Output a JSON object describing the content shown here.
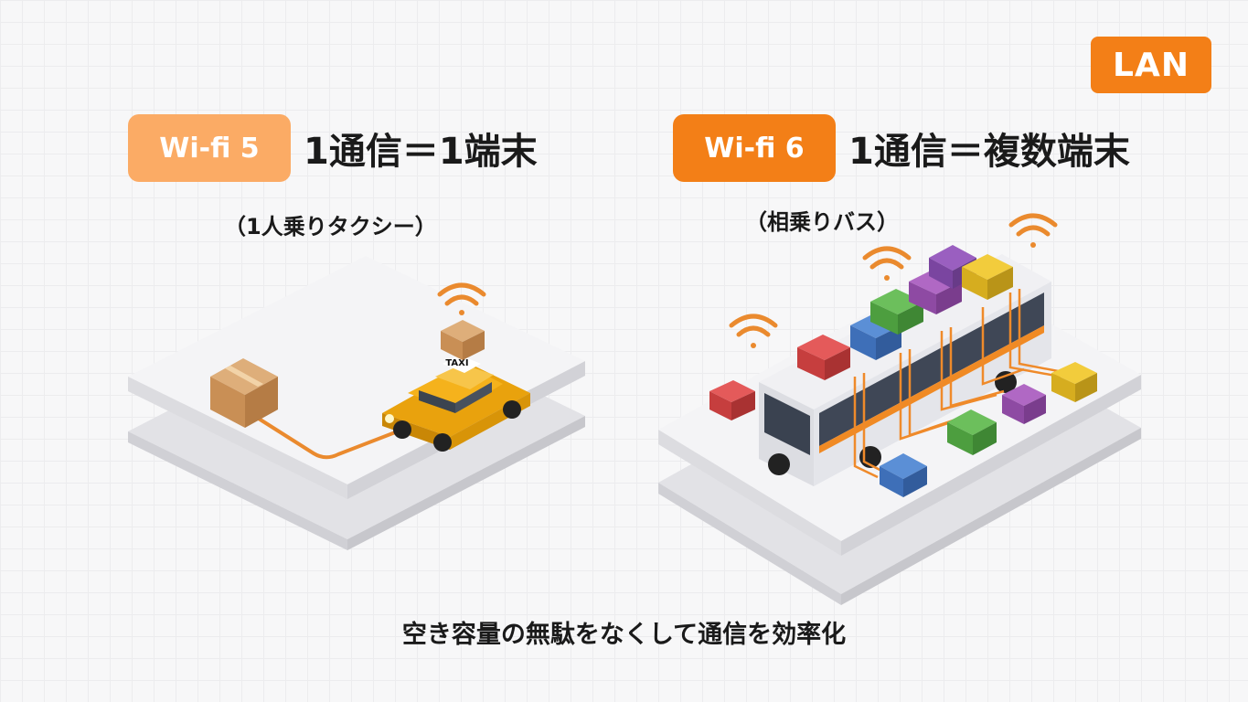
{
  "lan_badge": "LAN",
  "left": {
    "badge": "Wi-fi 5",
    "rule": "1通信＝1端末",
    "subtitle": "（1人乗りタクシー）",
    "taxi_sign": "TAXI"
  },
  "right": {
    "badge": "Wi-fi 6",
    "rule": "1通信＝複数端末",
    "subtitle": "（相乗りバス）"
  },
  "caption": "空き容量の無駄をなくして通信を効率化",
  "colors": {
    "accent": "#f37f17",
    "accent_light": "#fbab65",
    "taxi": "#f5b21c",
    "box": "#c98f55"
  }
}
